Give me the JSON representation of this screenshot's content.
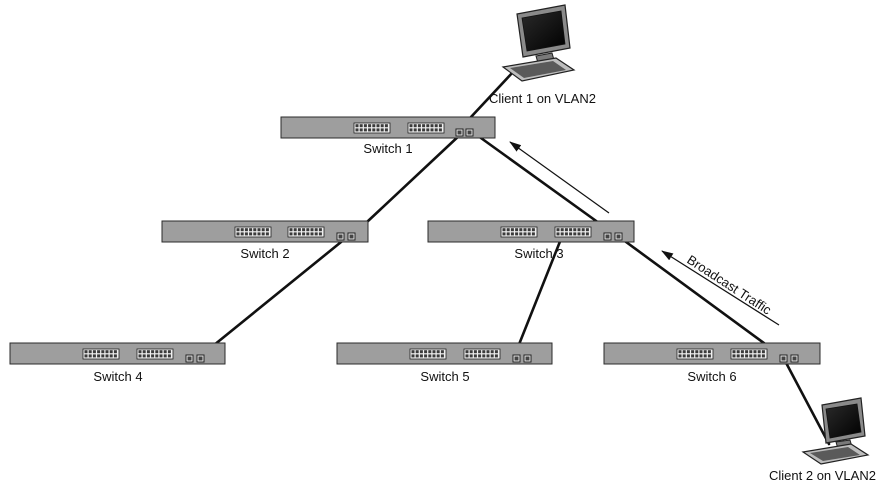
{
  "switches": [
    {
      "id": "sw1",
      "label": "Switch 1"
    },
    {
      "id": "sw2",
      "label": "Switch 2"
    },
    {
      "id": "sw3",
      "label": "Switch 3"
    },
    {
      "id": "sw4",
      "label": "Switch 4"
    },
    {
      "id": "sw5",
      "label": "Switch 5"
    },
    {
      "id": "sw6",
      "label": "Switch 6"
    }
  ],
  "clients": [
    {
      "id": "client1",
      "label": "Client 1 on VLAN2"
    },
    {
      "id": "client2",
      "label": "Client 2 on VLAN2"
    }
  ],
  "broadcast": {
    "label": "Broadcast Traffic"
  },
  "colors": {
    "switch_body": "#9e9e9e",
    "cable": "#111111"
  }
}
